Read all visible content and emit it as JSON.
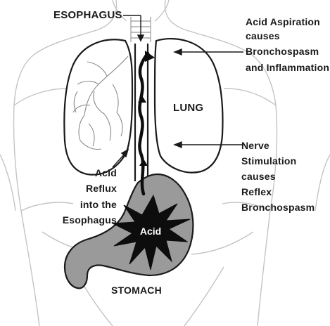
{
  "labels": {
    "esophagus": "ESOPHAGUS",
    "lung": "LUNG",
    "stomach": "STOMACH",
    "acid": "Acid",
    "acid_aspiration": [
      "Acid Aspiration",
      "causes",
      "Bronchospasm",
      "and Inflammation"
    ],
    "nerve_stimulation": [
      "Nerve",
      "Stimulation",
      "causes",
      "Reflex",
      "Bronchospasm"
    ],
    "acid_reflux": [
      "Acid",
      "Reflux",
      "into the",
      "Esophagus"
    ]
  },
  "colors": {
    "ink": "#1a1a1a",
    "body_outline": "#b8b8b8",
    "stomach_fill": "#9a9a9a",
    "lung_fill": "#ffffff",
    "acid_burst": "#0d0d0d"
  }
}
